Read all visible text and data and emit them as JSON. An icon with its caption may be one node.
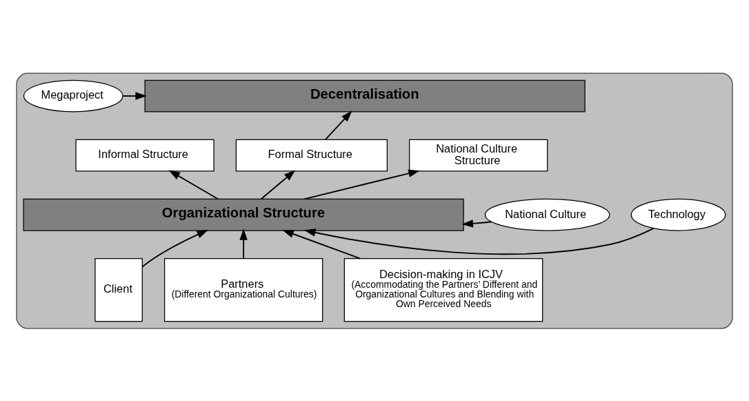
{
  "diagram": {
    "nodes": [
      {
        "text": [],
        "shape": "box"
      },
      {
        "text": [
          "Decentralisation"
        ],
        "in": 0
      },
      {
        "text": [
          "Megaproject"
        ],
        "in": 0
      },
      {
        "text": [
          "Informal Structure"
        ],
        "in": 0
      },
      {
        "text": [
          "Formal Structure"
        ],
        "in": 0
      },
      {
        "text": [
          "National Culture Structure"
        ],
        "in": 0
      },
      {
        "text": [
          "National Culture"
        ],
        "in": 0
      },
      {
        "text": [
          "Organizational Structure"
        ],
        "in": 0
      },
      {
        "text": [
          "Technology"
        ],
        "in": 0
      },
      {
        "text": [
          "Client"
        ],
        "in": 0
      },
      {
        "text": [
          "Partners",
          "(Different Organizational Cultures)"
        ],
        "in": 0
      },
      {
        "text": [
          "Decision-making in ICJV",
          "(Accommodating the Partners’ Different and Organizational Cultures and Blending with Own Perceived Needs"
        ],
        "in": 0
      }
    ],
    "edges": [
      {
        "from": 2,
        "to": 1,
        "arrow": "to"
      },
      {
        "from": 4,
        "to": 1,
        "arrow": "to"
      },
      {
        "from": 7,
        "to": 3,
        "arrow": "to"
      },
      {
        "from": 7,
        "to": 4,
        "arrow": "to"
      },
      {
        "from": 7,
        "to": 5,
        "arrow": "to"
      },
      {
        "from": 6,
        "to": 7,
        "arrow": "to"
      },
      {
        "from": 8,
        "to": 7,
        "arrow": "to"
      },
      {
        "from": 9,
        "to": 7,
        "arrow": "to"
      },
      {
        "from": 10,
        "to": 7,
        "arrow": "to"
      },
      {
        "from": 11,
        "to": 7,
        "arrow": "to"
      }
    ]
  }
}
